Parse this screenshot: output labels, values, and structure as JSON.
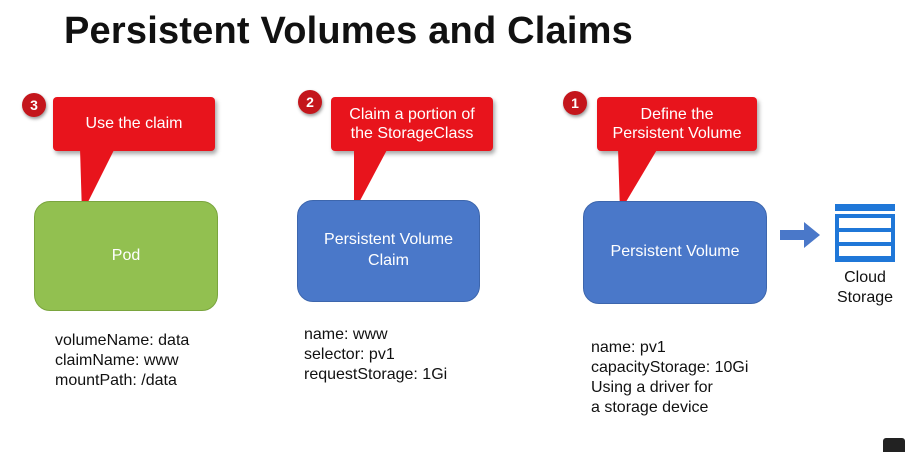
{
  "title": "Persistent Volumes and Claims",
  "steps": [
    {
      "number": "3",
      "callout": "Use the claim",
      "box": "Pod",
      "notes": [
        "volumeName: data",
        "claimName: www",
        "mountPath: /data"
      ]
    },
    {
      "number": "2",
      "callout": "Claim a portion of the StorageClass",
      "box": "Persistent Volume Claim",
      "notes": [
        "name: www",
        "selector: pv1",
        "requestStorage: 1Gi"
      ]
    },
    {
      "number": "1",
      "callout": "Define the Persistent Volume",
      "box": "Persistent Volume",
      "notes": [
        "name: pv1",
        "capacityStorage: 10Gi",
        "Using a driver for",
        "a storage device"
      ]
    }
  ],
  "cloud": {
    "label_line1": "Cloud",
    "label_line2": "Storage",
    "icon": "cloud-storage-icon"
  },
  "colors": {
    "callout": "#e8141c",
    "pod": "#92c050",
    "volume": "#4a78c9",
    "arrow": "#4a78c9"
  }
}
